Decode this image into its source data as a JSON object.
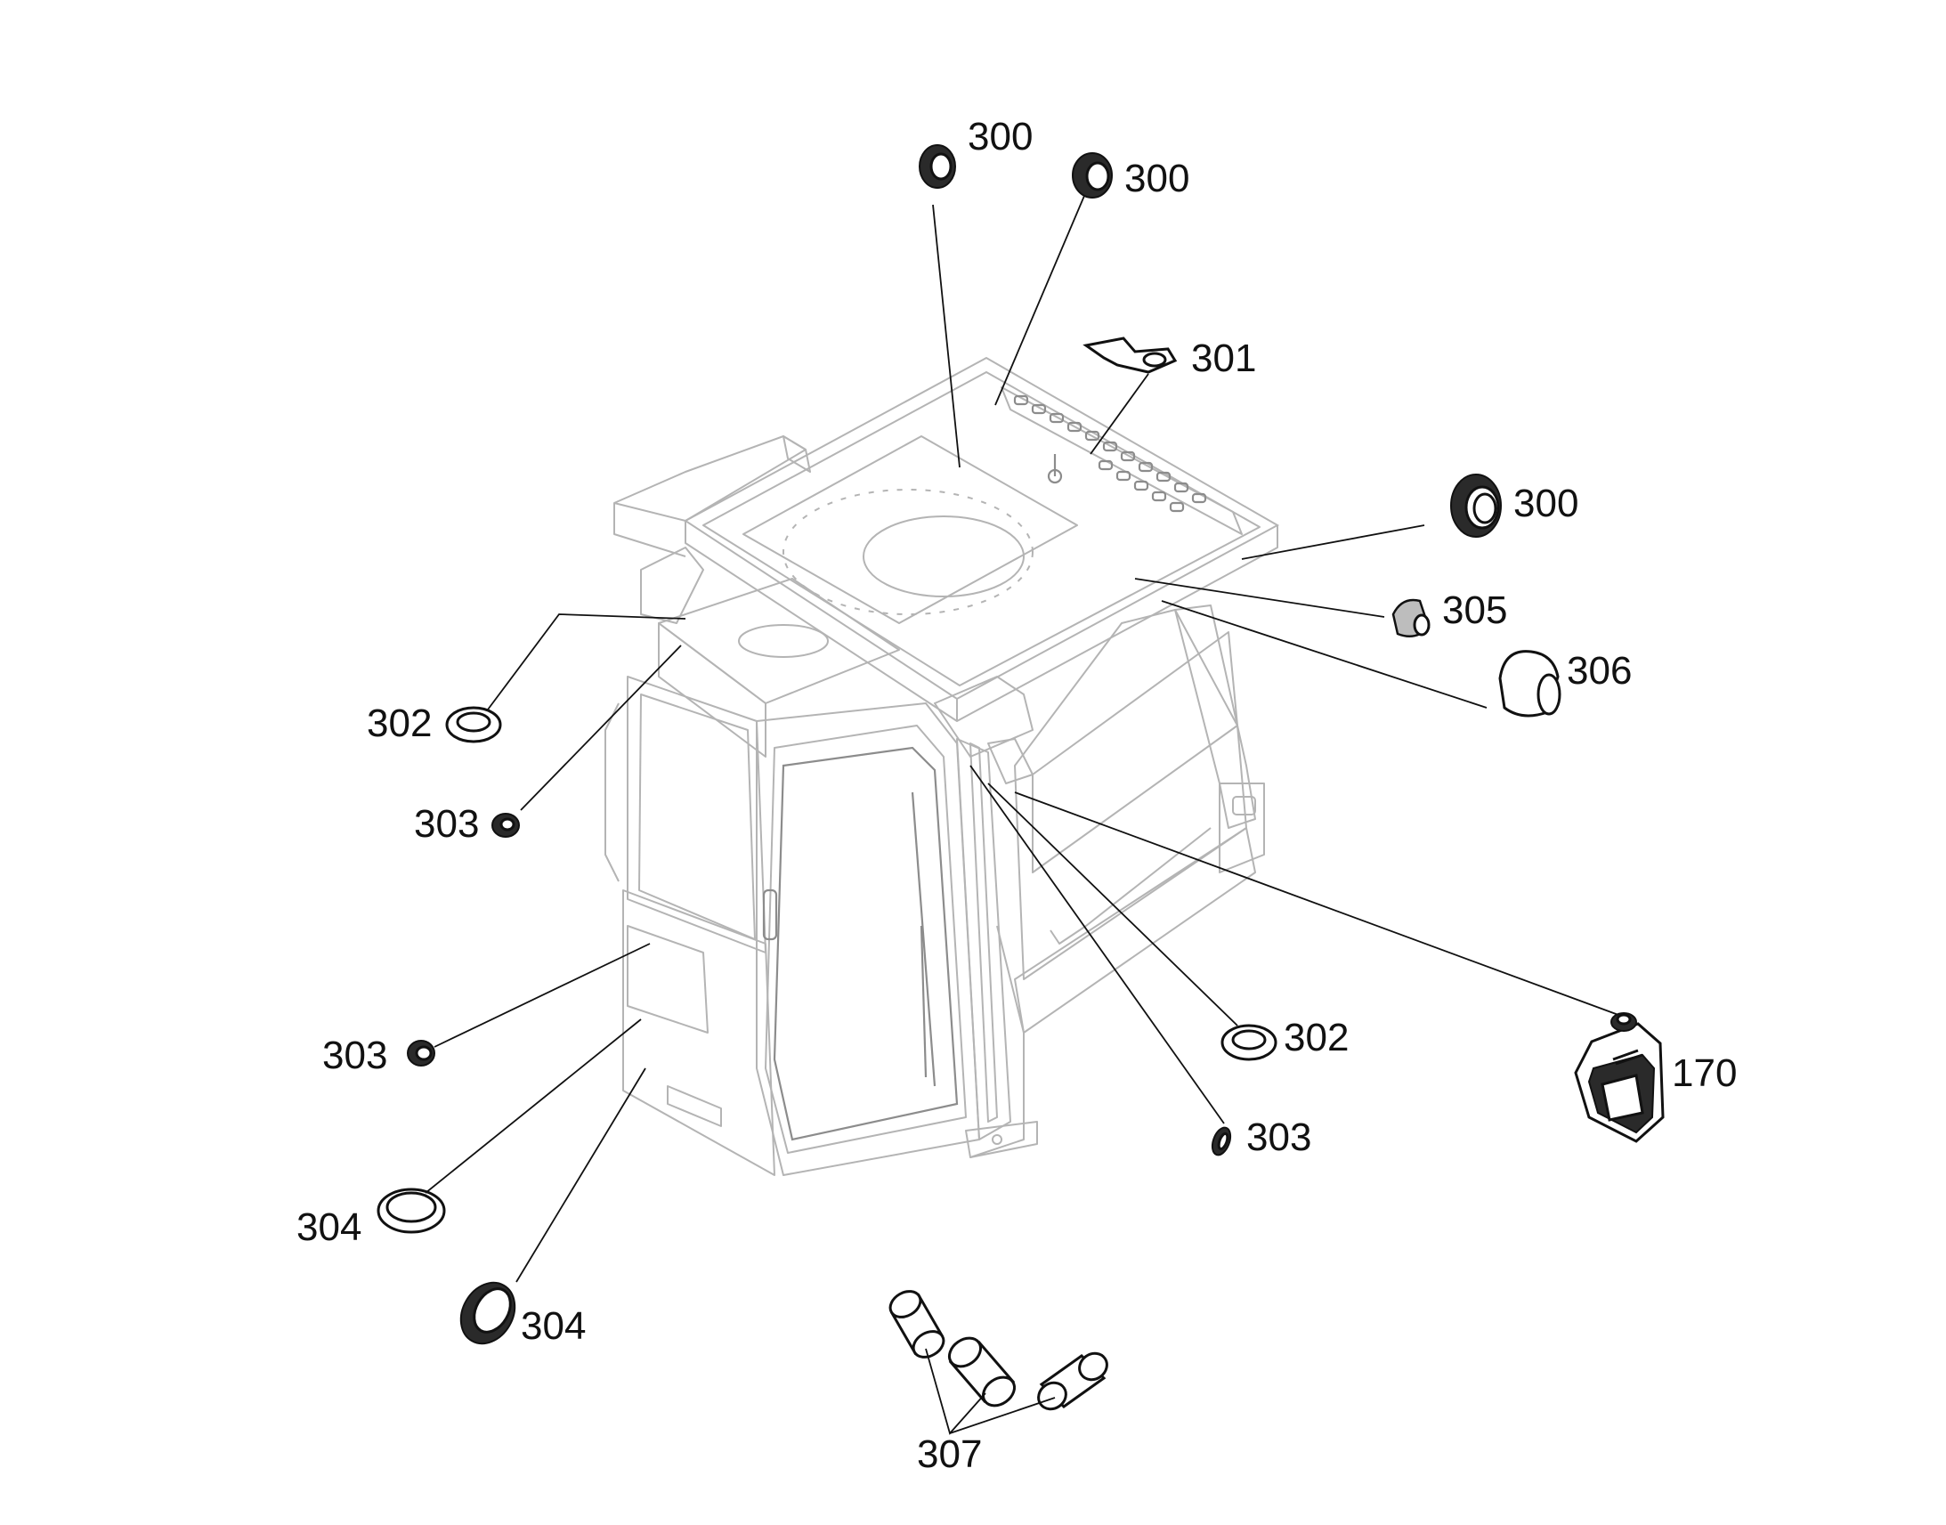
{
  "callouts": {
    "c300a": "300",
    "c300b": "300",
    "c300c": "300",
    "c301": "301",
    "c302a": "302",
    "c302b": "302",
    "c303a": "303",
    "c303b": "303",
    "c303c": "303",
    "c304a": "304",
    "c304b": "304",
    "c305": "305",
    "c306": "306",
    "c307": "307",
    "c170": "170"
  }
}
